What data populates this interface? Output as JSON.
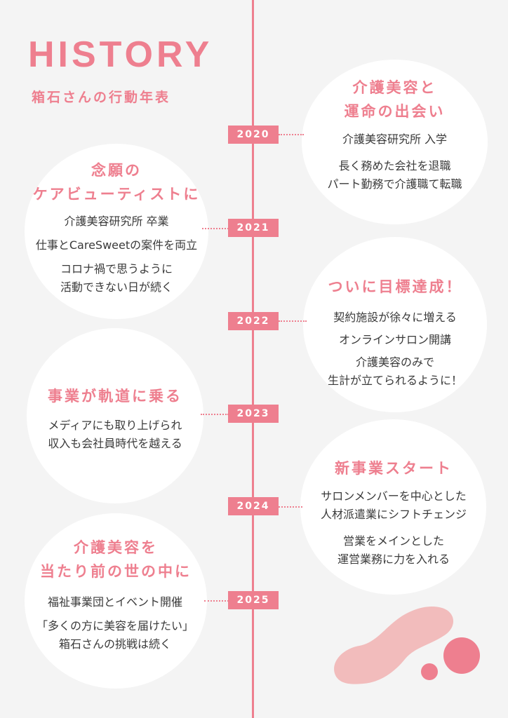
{
  "header": {
    "title": "HISTORY",
    "subtitle": "箱石さんの行動年表"
  },
  "events": [
    {
      "year": "2020",
      "heading": [
        "介護美容と",
        "運命の出会い"
      ],
      "lines": [
        "介護美容研究所 入学",
        "長く務めた会社を退職",
        "パート勤務で介護職て転職"
      ]
    },
    {
      "year": "2021",
      "heading": [
        "念願の",
        "ケアビューティストに"
      ],
      "lines": [
        "介護美容研究所 卒業",
        "仕事とCareSweetの案件を両立",
        "コロナ禍で思うように",
        "活動できない日が続く"
      ]
    },
    {
      "year": "2022",
      "heading": [
        "ついに目標達成！"
      ],
      "lines": [
        "契約施設が徐々に増える",
        "オンラインサロン開講",
        "介護美容のみで",
        "生計が立てられるように！"
      ]
    },
    {
      "year": "2023",
      "heading": [
        "事業が軌道に乗る"
      ],
      "lines": [
        "メディアにも取り上げられ",
        "収入も会社員時代を越える"
      ]
    },
    {
      "year": "2024",
      "heading": [
        "新事業スタート"
      ],
      "lines": [
        "サロンメンバーを中心とした",
        "人材派遣業にシフトチェンジ",
        "営業をメインとした",
        "運営業務に力を入れる"
      ]
    },
    {
      "year": "2025",
      "heading": [
        "介護美容を",
        "当たり前の世の中に"
      ],
      "lines": [
        "福祉事業団とイベント開催",
        "「多くの方に美容を届けたい」",
        "箱石さんの挑戦は続く"
      ]
    }
  ],
  "colors": {
    "accent": "#ee7f8f",
    "background": "#f4f4f4",
    "circle": "#ffffff",
    "text": "#3a3a3a",
    "blob_light": "#f2bcbc",
    "blob_dark": "#ee7f8f"
  }
}
